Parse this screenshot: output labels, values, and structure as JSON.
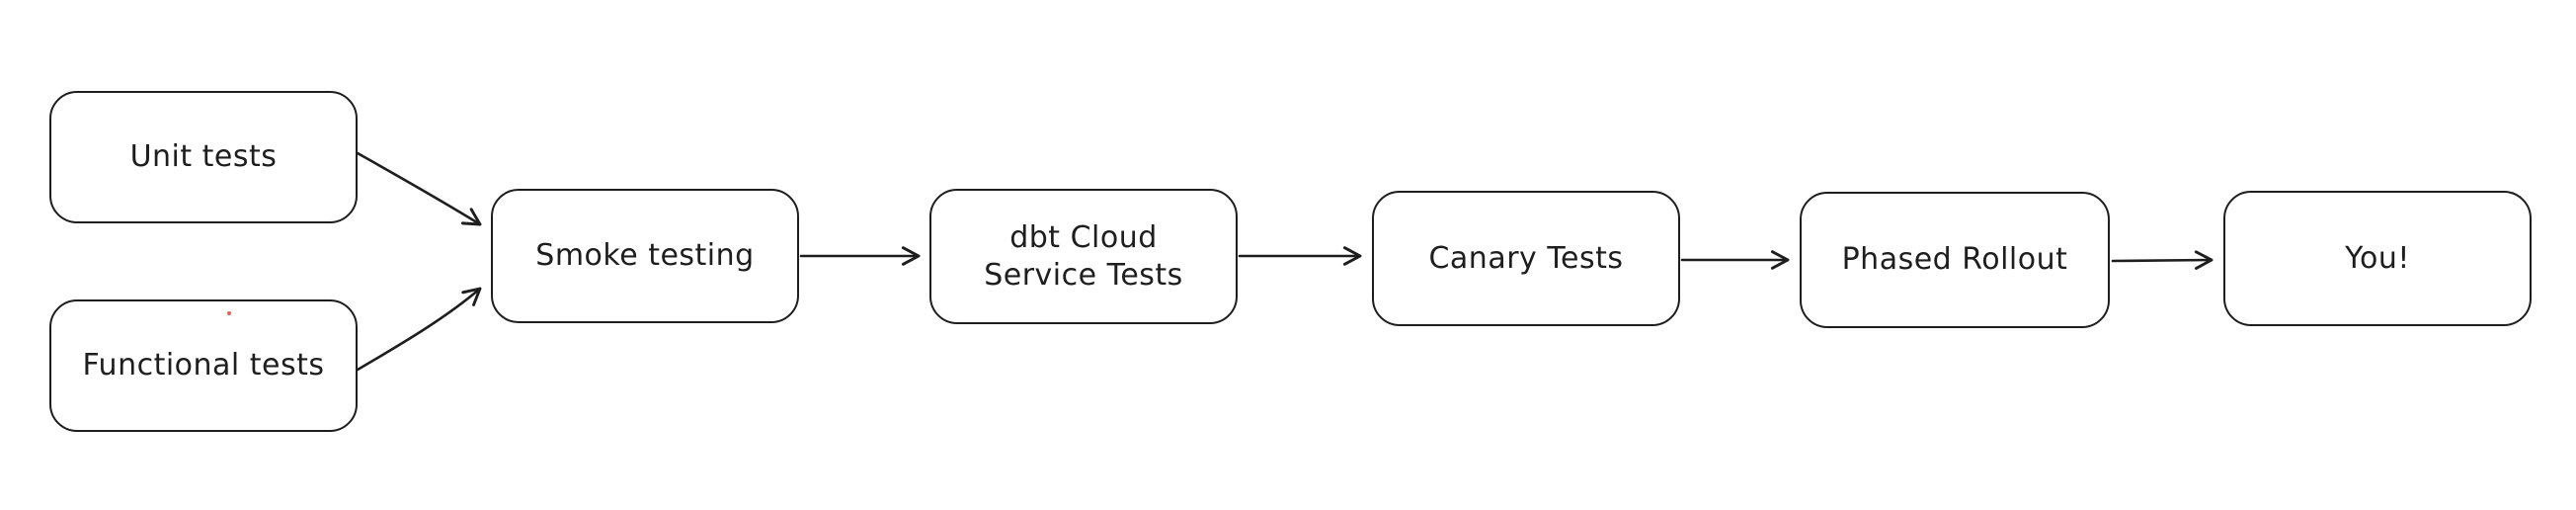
{
  "canvas": {
    "background_color": "#ffffff",
    "stroke_color": "#1e1e1e"
  },
  "diagram": {
    "type": "flowchart",
    "nodes": [
      {
        "id": "unit-tests",
        "label": "Unit tests"
      },
      {
        "id": "functional-tests",
        "label": "Functional tests"
      },
      {
        "id": "smoke-testing",
        "label": "Smoke testing"
      },
      {
        "id": "dbt-cloud-service-tests",
        "label": "dbt Cloud\nService Tests"
      },
      {
        "id": "canary-tests",
        "label": "Canary Tests"
      },
      {
        "id": "phased-rollout",
        "label": "Phased Rollout"
      },
      {
        "id": "you",
        "label": "You!"
      }
    ],
    "edges": [
      {
        "from": "unit-tests",
        "to": "smoke-testing"
      },
      {
        "from": "functional-tests",
        "to": "smoke-testing"
      },
      {
        "from": "smoke-testing",
        "to": "dbt-cloud-service-tests"
      },
      {
        "from": "dbt-cloud-service-tests",
        "to": "canary-tests"
      },
      {
        "from": "canary-tests",
        "to": "phased-rollout"
      },
      {
        "from": "phased-rollout",
        "to": "you"
      }
    ]
  }
}
